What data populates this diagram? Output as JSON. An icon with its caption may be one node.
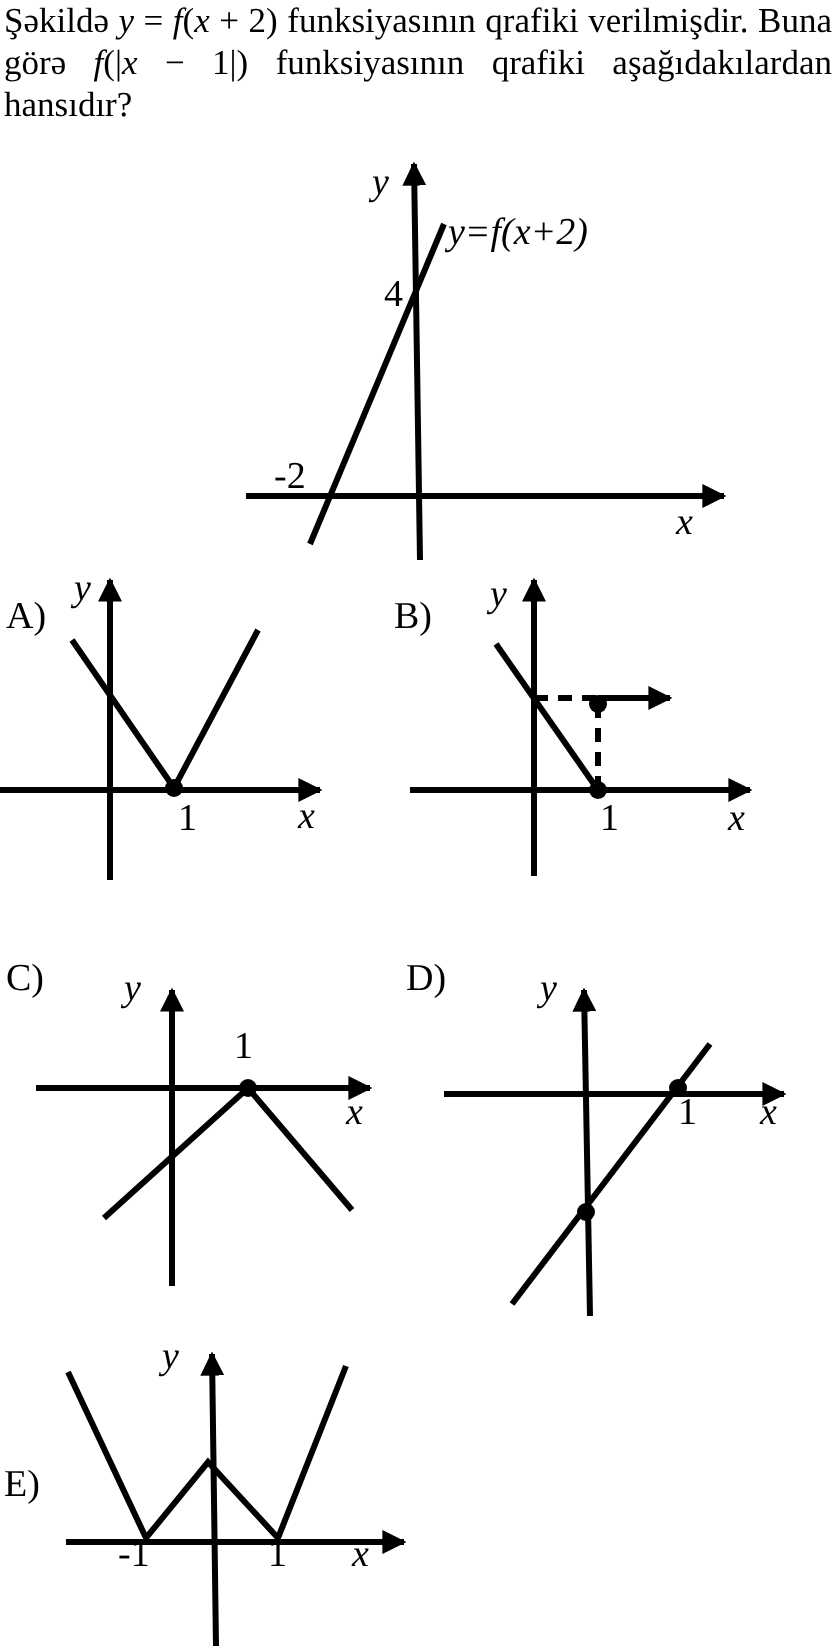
{
  "diagram": {
    "title": "Şəkildə *y* = *f*(*x* + 2) funksiyasının qrafiki verilmişdir. Buna görə *f*(|*x* − 1|) funksiyasının qrafiki aşağıdakılardan hansıdır?",
    "labels": [
      "y",
      "y=f(x+2)",
      "4",
      "-2",
      "x",
      "A)",
      "y",
      "1",
      "x",
      "B)",
      "y",
      "1",
      "x",
      "C)",
      "y",
      "1",
      "x",
      "D)",
      "y",
      "1",
      "x",
      "E)",
      "y",
      "-1",
      "1",
      "x"
    ]
  }
}
